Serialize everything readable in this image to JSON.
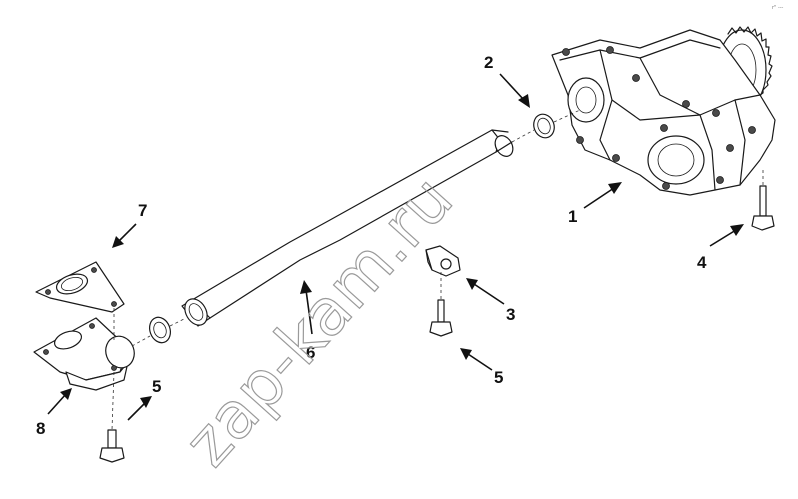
{
  "diagram": {
    "callouts": [
      {
        "id": "c1",
        "label": "1"
      },
      {
        "id": "c2",
        "label": "2"
      },
      {
        "id": "c3",
        "label": "3"
      },
      {
        "id": "c4",
        "label": "4"
      },
      {
        "id": "c5a",
        "label": "5"
      },
      {
        "id": "c5b",
        "label": "5"
      },
      {
        "id": "c6",
        "label": "6"
      },
      {
        "id": "c7",
        "label": "7"
      },
      {
        "id": "c8",
        "label": "8"
      }
    ],
    "watermark": "zap-kam.ru",
    "corner_mark": "r\" ---"
  }
}
